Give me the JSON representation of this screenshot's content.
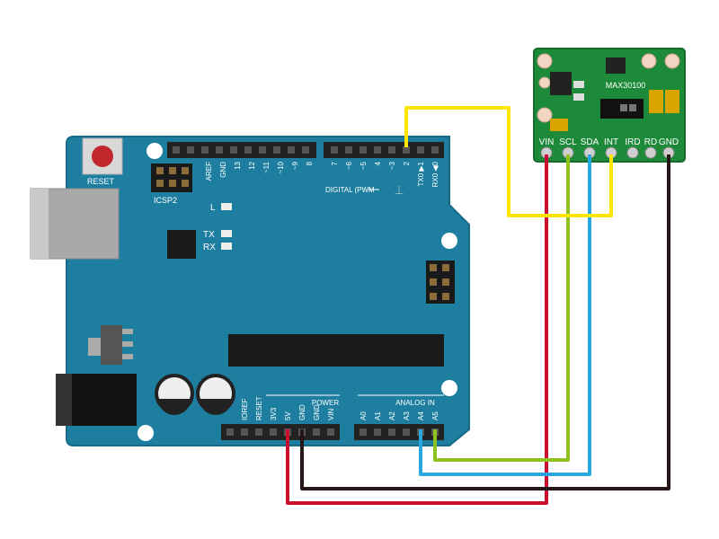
{
  "arduino": {
    "reset_label": "RESET",
    "icsp_label": "ICSP2",
    "digital_header_label": "DIGITAL (PWM~",
    "digital_pins": [
      "AREF",
      "GND",
      "13",
      "12",
      "~11",
      "~10",
      "~9",
      "8",
      "7",
      "~6",
      "~5",
      "4",
      "~3",
      "2",
      "TX0 ▶1",
      "RX0 ◀0"
    ],
    "led_l_label": "L",
    "led_tx_label": "TX",
    "led_rx_label": "RX",
    "power_label": "POWER",
    "power_pins": [
      "IOREF",
      "RESET",
      "3V3",
      "5V",
      "GND",
      "GND",
      "VIN"
    ],
    "analog_label": "ANALOG IN",
    "analog_pins": [
      "A0",
      "A1",
      "A2",
      "A3",
      "A4",
      "A5"
    ]
  },
  "sensor": {
    "name": "MAX30100",
    "pins": [
      "VIN",
      "SCL",
      "SDA",
      "INT",
      "IRD",
      "RD",
      "GND"
    ]
  },
  "wires": [
    {
      "from": "5V",
      "to": "VIN",
      "color": "#c8102e"
    },
    {
      "from": "GND",
      "to": "GND",
      "color": "#231815"
    },
    {
      "from": "A4",
      "to": "SDA",
      "color": "#29a8e0"
    },
    {
      "from": "A5",
      "to": "SCL",
      "color": "#8dc21f"
    },
    {
      "from": "2",
      "to": "INT",
      "color": "#ffe600"
    }
  ],
  "colors": {
    "board": "#1e7ea0",
    "sensor_board": "#1d8a3a",
    "header": "#222222"
  }
}
